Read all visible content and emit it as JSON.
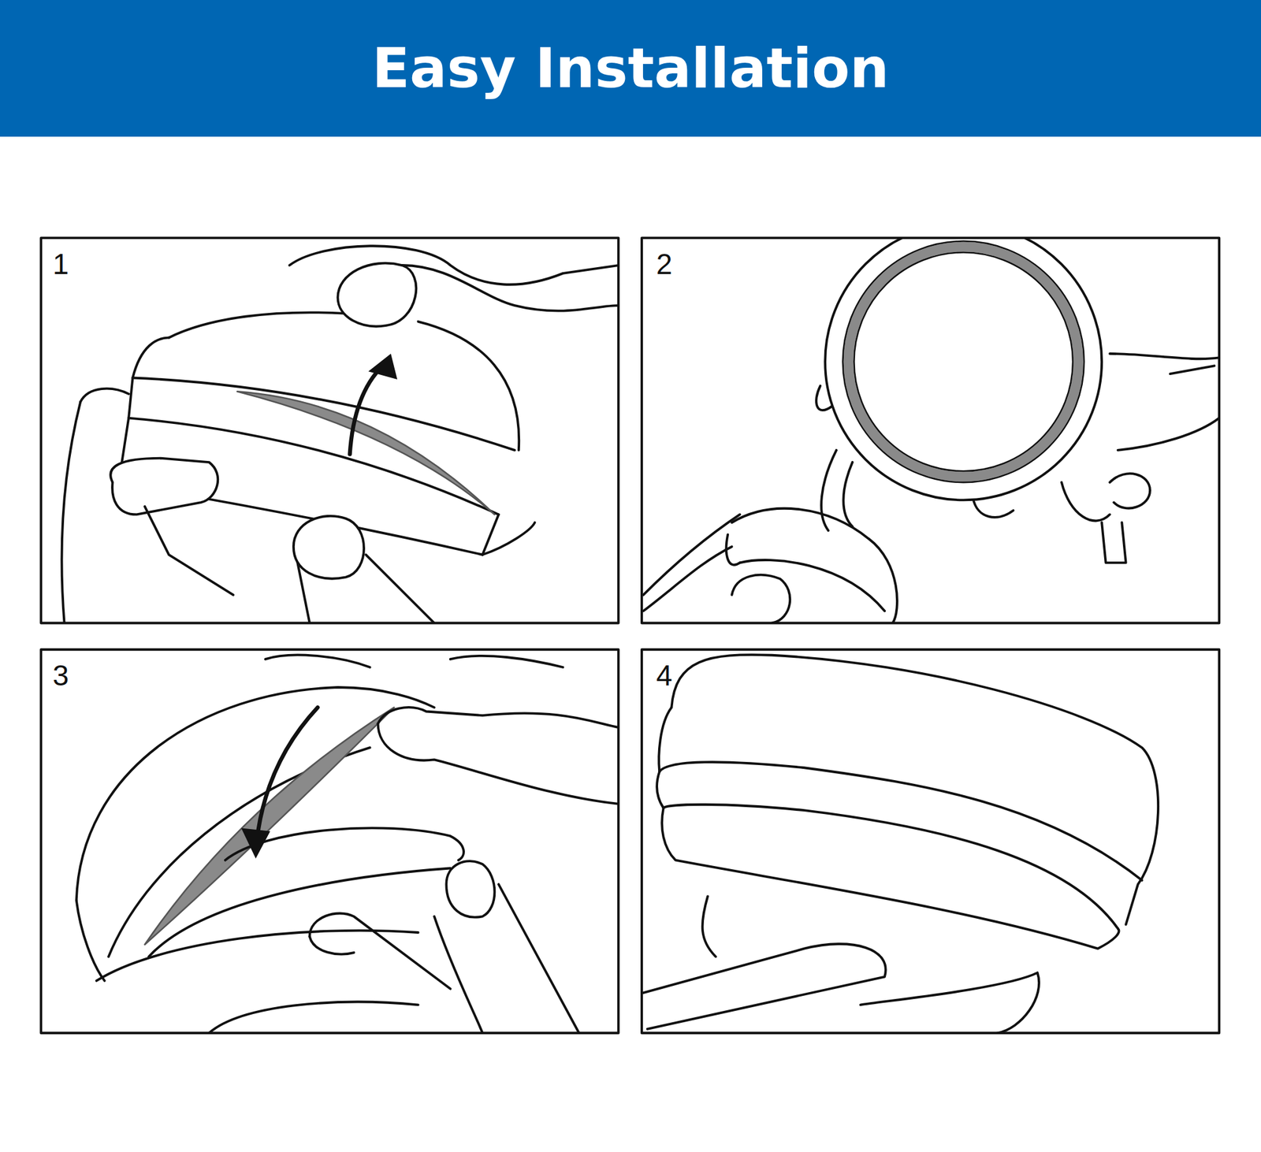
{
  "diagram": {
    "title": "Easy Installation",
    "labels": [
      "1",
      "2",
      "3",
      "4"
    ]
  }
}
